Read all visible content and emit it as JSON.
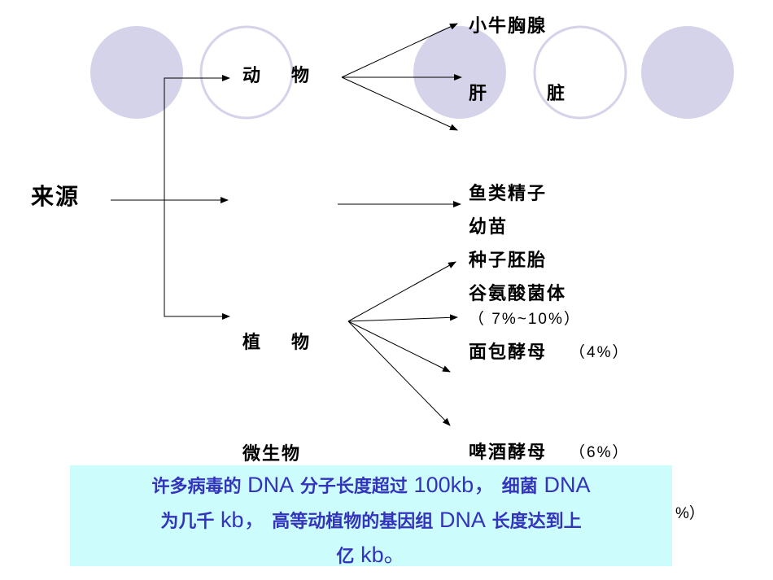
{
  "root": "来源",
  "animal": {
    "label": "动　物",
    "items": [
      "小牛胸腺",
      "肝　　　脏"
    ]
  },
  "plant": {
    "label": "植　物",
    "items": [
      "鱼类精子",
      "幼苗",
      "种子胚胎"
    ]
  },
  "microbe": {
    "label": "微生物",
    "items": [
      {
        "name": "谷氨酸菌体",
        "pct": "（ 7%~10%）"
      },
      {
        "name": "面包酵母",
        "pct": "（4%）"
      },
      {
        "name": "啤酒酵母",
        "pct": "（6%）"
      }
    ],
    "hidden_pct": "%）"
  },
  "note": {
    "line1a": "许多病毒的",
    "line1b": "DNA",
    "line1c": "分子长度超过",
    "line1d": "100kb，",
    "line1e": "细菌",
    "line1f": "DNA",
    "line2a": "为几千",
    "line2b": "kb，",
    "line2c": "高等动植物的基因组",
    "line2d": "DNA",
    "line2e": "长度达到上",
    "line3a": "亿",
    "line3b": "kb。"
  },
  "colors": {
    "circle_fill": "#d4d3ea",
    "circle_stroke": "#d4d3ea",
    "note_bg": "#ccfcfc",
    "note_text": "#3333bb"
  }
}
